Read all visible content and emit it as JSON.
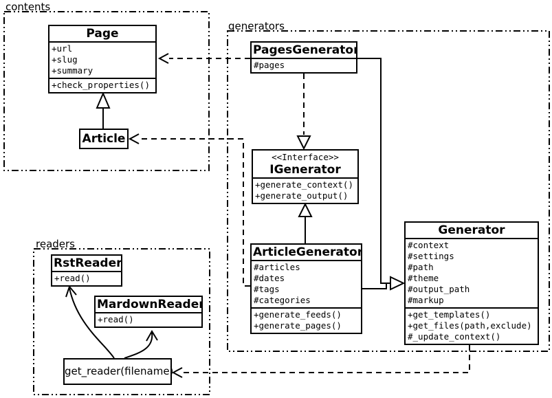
{
  "colors": {
    "line": "#000000",
    "background": "#ffffff"
  },
  "packages": {
    "contents": {
      "label": "contents"
    },
    "generators": {
      "label": "generators"
    },
    "readers": {
      "label": "readers"
    }
  },
  "classes": {
    "page": {
      "name": "Page",
      "attributes": [
        "+url",
        "+slug",
        "+summary"
      ],
      "methods": [
        "+check_properties()"
      ]
    },
    "article": {
      "name": "Article"
    },
    "pages_generator": {
      "name": "PagesGenerator",
      "attributes": [
        "#pages"
      ]
    },
    "igenerator": {
      "stereotype": "<<Interface>>",
      "name": "IGenerator",
      "methods": [
        "+generate_context()",
        "+generate_output()"
      ]
    },
    "article_generator": {
      "name": "ArticleGenerator",
      "attributes": [
        "#articles",
        "#dates",
        "#tags",
        "#categories"
      ],
      "methods": [
        "+generate_feeds()",
        "+generate_pages()"
      ]
    },
    "generator": {
      "name": "Generator",
      "attributes": [
        "#context",
        "#settings",
        "#path",
        "#theme",
        "#output_path",
        "#markup"
      ],
      "methods": [
        "+get_templates()",
        "+get_files(path,exclude)",
        "#_update_context()"
      ]
    },
    "rst_reader": {
      "name": "RstReader",
      "methods": [
        "+read()"
      ]
    },
    "mardown_reader": {
      "name": "MardownReader",
      "methods": [
        "+read()"
      ]
    },
    "get_reader": {
      "label": "get_reader(filename)"
    }
  },
  "relationships": [
    {
      "from": "Article",
      "to": "Page",
      "type": "generalization"
    },
    {
      "from": "PagesGenerator",
      "to": "Page",
      "type": "dependency"
    },
    {
      "from": "PagesGenerator",
      "to": "IGenerator",
      "type": "realization"
    },
    {
      "from": "ArticleGenerator",
      "to": "IGenerator",
      "type": "generalization"
    },
    {
      "from": "PagesGenerator",
      "to": "Generator",
      "type": "generalization"
    },
    {
      "from": "ArticleGenerator",
      "to": "Generator",
      "type": "generalization"
    },
    {
      "from": "ArticleGenerator",
      "to": "Article",
      "type": "dependency"
    },
    {
      "from": "Generator",
      "to": "get_reader(filename)",
      "type": "dependency"
    },
    {
      "from": "get_reader(filename)",
      "to": "RstReader",
      "type": "arrow"
    },
    {
      "from": "get_reader(filename)",
      "to": "MardownReader",
      "type": "arrow"
    }
  ]
}
